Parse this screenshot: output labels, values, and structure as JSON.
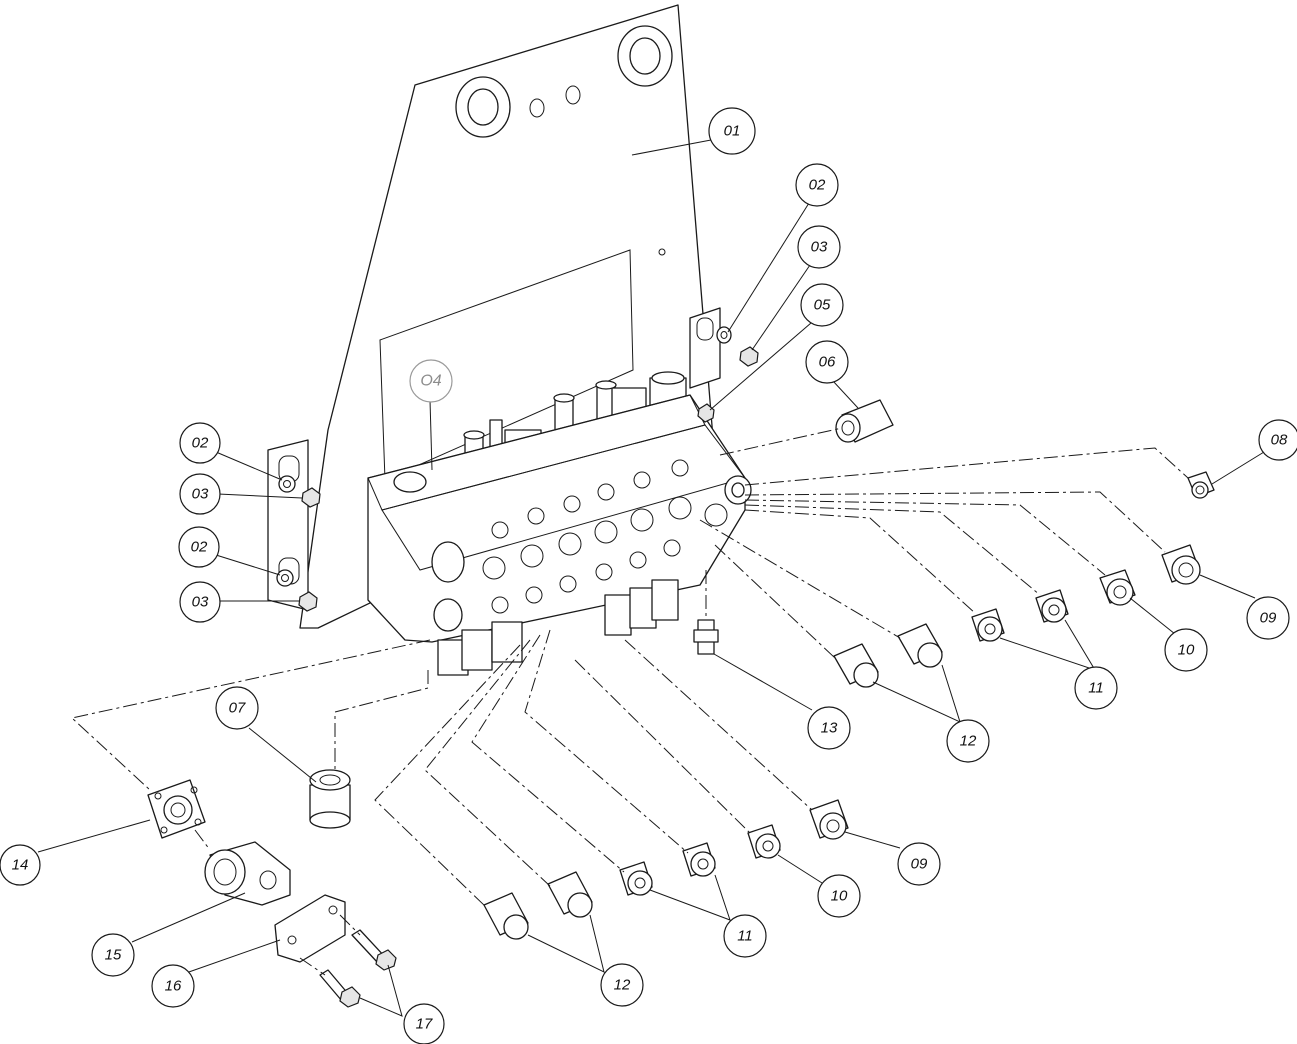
{
  "callouts": {
    "c01": "01",
    "c02a": "02",
    "c03a": "03",
    "c05": "05",
    "c06": "06",
    "c04": "O4",
    "c02b": "02",
    "c03b": "03",
    "c02c": "02",
    "c03c": "03",
    "c08": "08",
    "c09a": "09",
    "c10a": "10",
    "c11a": "11",
    "c12a": "12",
    "c13": "13",
    "c07": "07",
    "c14": "14",
    "c15": "15",
    "c16": "16",
    "c17": "17",
    "c09b": "09",
    "c10b": "10",
    "c11b": "11",
    "c12b": "12"
  },
  "colors": {
    "line": "#1a1a1a",
    "ghost": "#9a9a9a",
    "background": "#ffffff"
  }
}
